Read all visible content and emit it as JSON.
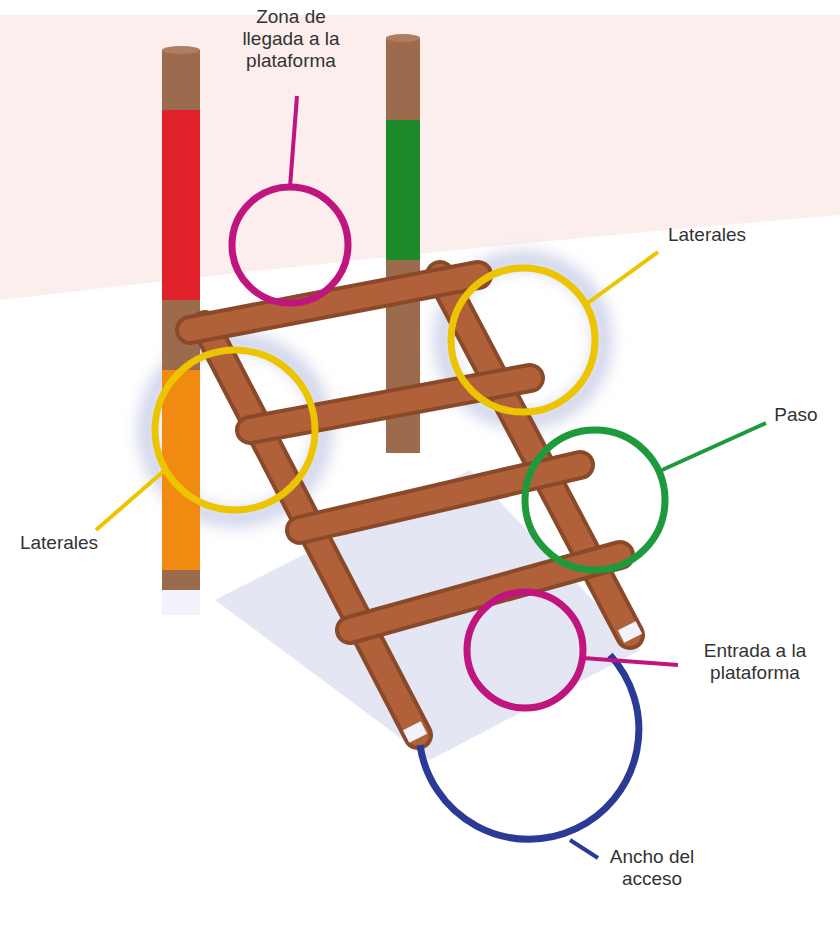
{
  "diagram": {
    "labels": [
      "Zona de llegada a la plataforma",
      "Laterales",
      "Paso",
      "Laterales",
      "Entrada a la plataforma",
      "Ancho del acceso"
    ]
  }
}
